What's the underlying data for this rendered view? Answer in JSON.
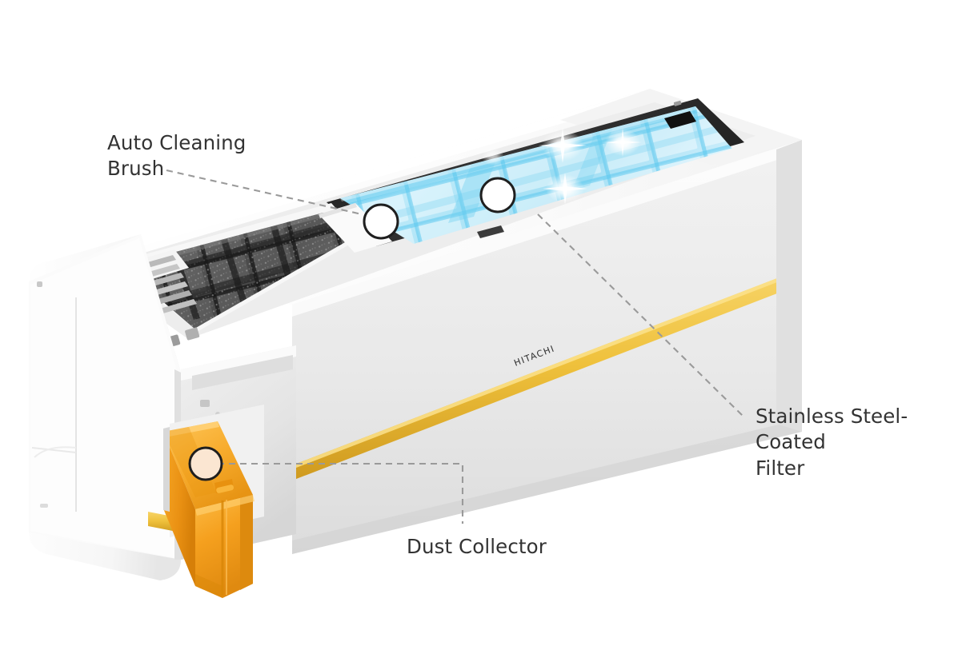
{
  "diagram": {
    "title": "Hitachi air conditioner indoor unit cutaway",
    "brand_logo_text": "HITACHI",
    "background_color": "#ffffff"
  },
  "callouts": [
    {
      "id": "auto-cleaning-brush",
      "label": "Auto Cleaning\nBrush",
      "anchor_marker": "white-circle",
      "leader_style": "dashed",
      "leader_color": "#9a9a9a"
    },
    {
      "id": "stainless-steel-coated-filter",
      "label": "Stainless Steel-Coated\nFilter",
      "anchor_marker": "white-circle",
      "leader_style": "dashed",
      "leader_color": "#9a9a9a"
    },
    {
      "id": "dust-collector",
      "label": "Dust Collector",
      "anchor_marker": "cream-circle",
      "leader_style": "dashed",
      "leader_color": "#9a9a9a"
    }
  ],
  "components": {
    "body_color": "#ffffff",
    "body_shadow_color": "#e2e2e2",
    "accent_stripe_color": "#efc13c",
    "accent_stripe_color_dark": "#d9a528",
    "filter_blue_light": "#bfe9f7",
    "filter_blue_mid": "#8fd9f2",
    "filter_blue_line": "#4fc3ec",
    "filter_frame_dark": "#2b2b2b",
    "brush_filter_dark": "#4a4a4a",
    "brush_filter_darker": "#2e2e2e",
    "dust_collector_orange": "#f5a01e",
    "dust_collector_orange_dark": "#e08a10",
    "dust_collector_orange_light": "#fcbc46",
    "marker_fill_white": "#ffffff",
    "marker_fill_cream": "#fbe6d2",
    "marker_stroke": "#1f1f1f",
    "label_text_color": "#333333"
  }
}
